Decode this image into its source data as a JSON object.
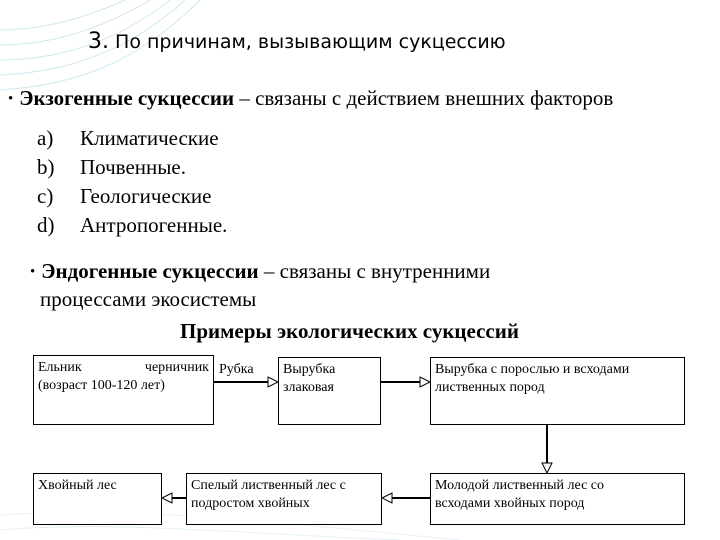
{
  "title": {
    "number": "3.",
    "text": "По причинам, вызывающим сукцессию"
  },
  "exogenous": {
    "bullet": "•",
    "term": "Экзогенные сукцессии",
    "description": " – связаны с действием внешних факторов",
    "items": [
      {
        "letter": "a)",
        "label": "Климатические"
      },
      {
        "letter": "b)",
        "label": "Почвенные."
      },
      {
        "letter": "c)",
        "label": "Геологические"
      },
      {
        "letter": "d)",
        "label": "Антропогенные."
      }
    ]
  },
  "endogenous": {
    "bullet": "•",
    "term": "Эндогенные сукцессии",
    "description_line1": " – связаны с внутренними",
    "description_line2": "процессами экосистемы"
  },
  "diagram": {
    "heading": "Примеры экологических сукцессий",
    "nodes": {
      "spruce_forest": {
        "word1": "Ельник",
        "word2": "черничник",
        "line2": "(возраст 100-120 лет)"
      },
      "grass_clearing": {
        "line1": "Вырубка",
        "line2": "злаковая"
      },
      "clearing_with_growth": {
        "line1": "Вырубка с порослью и всходами",
        "line2": "лиственных пород"
      },
      "young_deciduous": {
        "line1": "Молодой лиственный лес со",
        "line2": "всходами хвойных пород"
      },
      "mature_deciduous": {
        "line1": "Спелый лиственный лес с",
        "line2": "подростом хвойных"
      },
      "coniferous": {
        "line1": "Хвойный лес"
      }
    },
    "edges": {
      "logging_label": "Рубка"
    }
  }
}
